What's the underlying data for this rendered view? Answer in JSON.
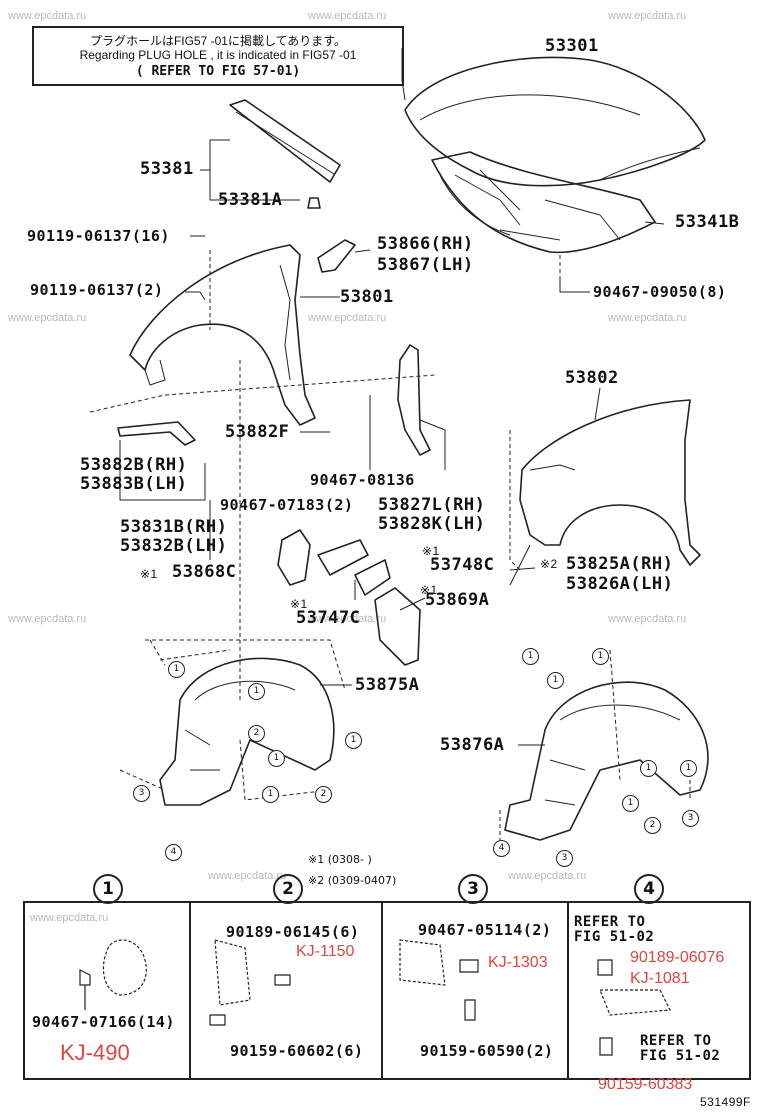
{
  "note": {
    "line1": "プラグホールはFIG57 -01に掲載してあります。",
    "line2": "Regarding PLUG HOLE , it is indicated in FIG57 -01",
    "line3": "( REFER TO FIG  57-01)"
  },
  "labels": {
    "p53301": "53301",
    "p53381": "53381",
    "p53381A": "53381A",
    "p53341B": "53341B",
    "p90119_16": "90119-06137(16)",
    "p53866": "53866(RH)",
    "p53867": "53867(LH)",
    "p90119_2": "90119-06137(2)",
    "p53801": "53801",
    "p90467_9050": "90467-09050(8)",
    "p53802": "53802",
    "p53882F": "53882F",
    "p53882B": "53882B(RH)",
    "p53883B": "53883B(LH)",
    "p90467_8136": "90467-08136",
    "p90467_7183": "90467-07183(2)",
    "p53827L": "53827L(RH)",
    "p53828K": "53828K(LH)",
    "p53831B": "53831B(RH)",
    "p53832B": "53832B(LH)",
    "p53748C": "53748C",
    "p53868C": "53868C",
    "p53825A": "53825A(RH)",
    "p53826A": "53826A(LH)",
    "p53747C": "53747C",
    "p53869A": "53869A",
    "p53875A": "53875A",
    "p53876A": "53876A",
    "note1_mark": "※1",
    "note2_mark": "※2"
  },
  "footnotes": {
    "f1": "※1 (0308-     )",
    "f2": "※2 (0309-0407)"
  },
  "section_numbers": [
    "1",
    "2",
    "3",
    "4"
  ],
  "section_parts": {
    "s1_a": "90467-07166(14)",
    "s2_a": "90189-06145(6)",
    "s2_b": "90159-60602(6)",
    "s3_a": "90467-05114(2)",
    "s3_b": "90159-60590(2)",
    "s4_ref1_a": "REFER TO",
    "s4_ref1_b": "FIG 51-02",
    "s4_ref2_a": "REFER TO",
    "s4_ref2_b": "FIG 51-02"
  },
  "kj_codes": {
    "kj490": "KJ-490",
    "kj1150": "KJ-1150",
    "kj1303": "KJ-1303",
    "kj1081": "KJ-1081",
    "p90189_06076": "90189-06076",
    "p90159_60383": "90159-60383"
  },
  "watermark": "www.epcdata.ru",
  "figure_code": "531499F",
  "colors": {
    "annotation_red": "#e0463f",
    "line": "#222222",
    "watermark": "#b9b9b9"
  }
}
